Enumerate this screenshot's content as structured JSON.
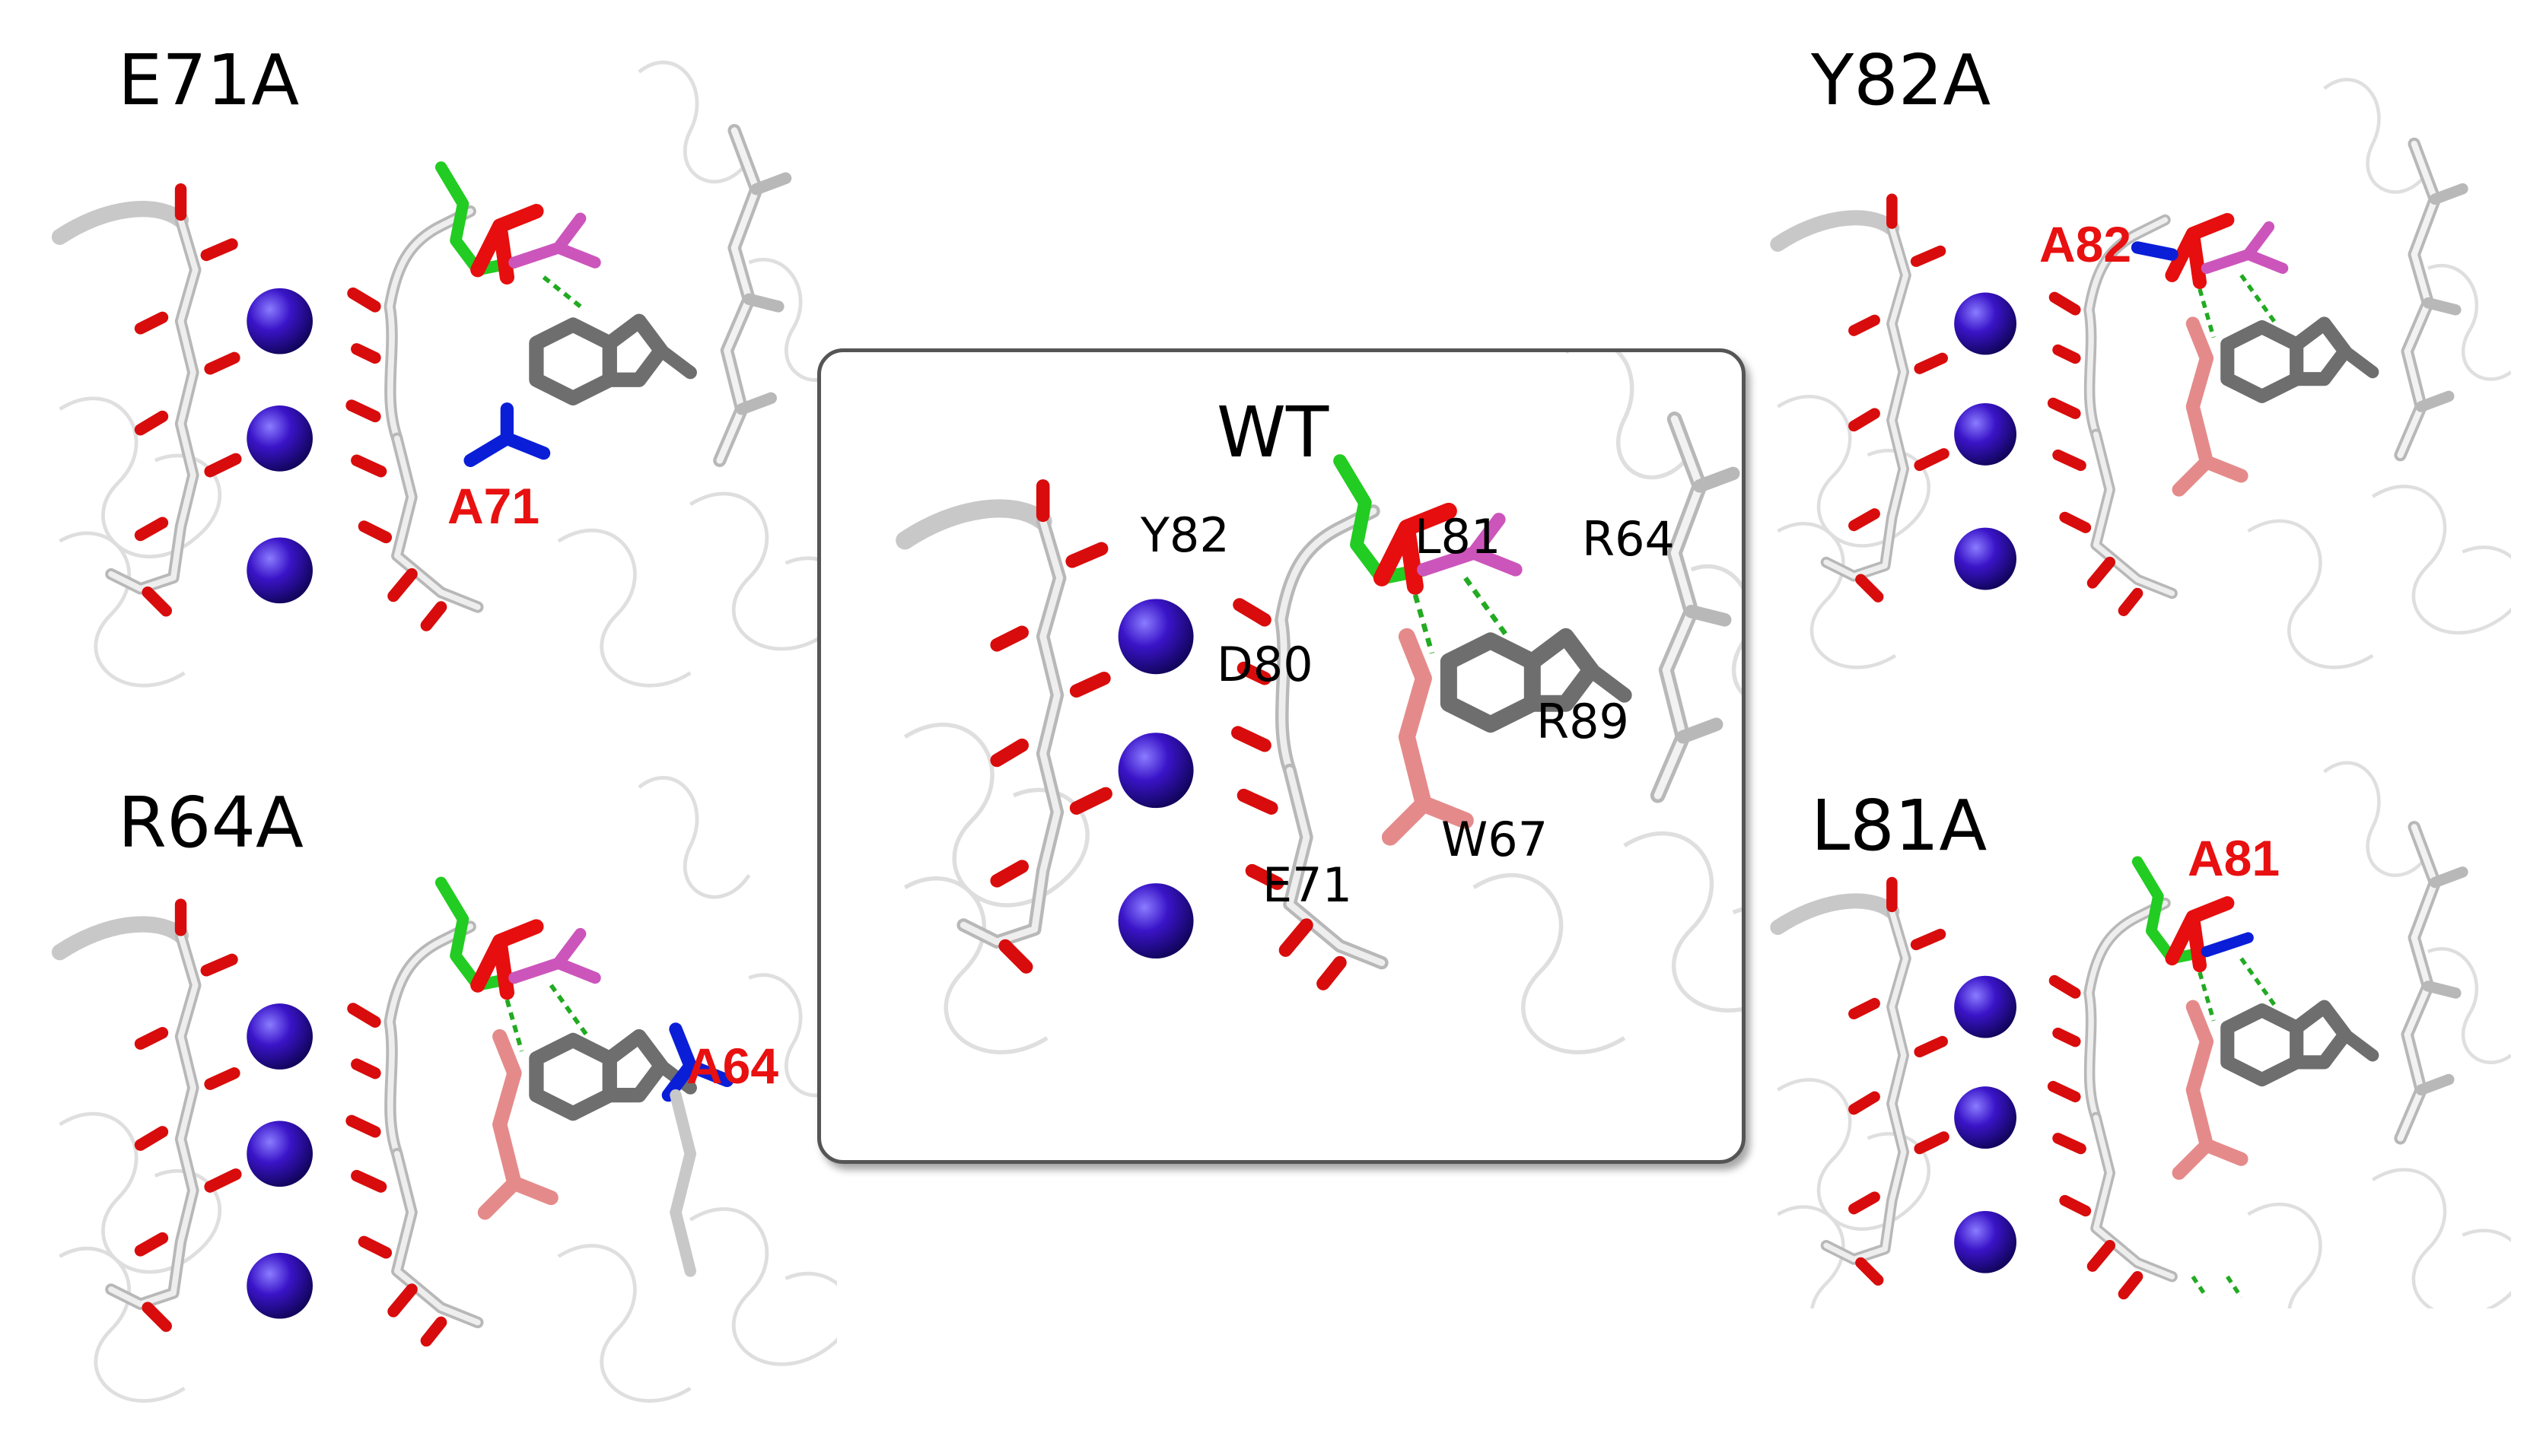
{
  "colors": {
    "ion": "#2a0eb0",
    "oxygen": "#d80c0c",
    "backbone": "#cfcfcf",
    "y82": "#22cc22",
    "d80": "#e60e0e",
    "l81": "#cc55bb",
    "e71": "#e58a8a",
    "w67": "#6e6e6e",
    "alanine": "#0a1ed8",
    "hbond": "#22aa22",
    "mutation_label": "#e81010"
  },
  "panels": {
    "e71a": {
      "title": "E71A",
      "mutation_label": "A71"
    },
    "y82a": {
      "title": "Y82A",
      "mutation_label": "A82"
    },
    "r64a": {
      "title": "R64A",
      "mutation_label": "A64"
    },
    "l81a": {
      "title": "L81A",
      "mutation_label": "A81"
    },
    "wt": {
      "title": "WT",
      "labels": {
        "y82": "Y82",
        "l81": "L81",
        "r64": "R64",
        "d80": "D80",
        "r89": "R89",
        "w67": "W67",
        "e71": "E71"
      }
    }
  }
}
